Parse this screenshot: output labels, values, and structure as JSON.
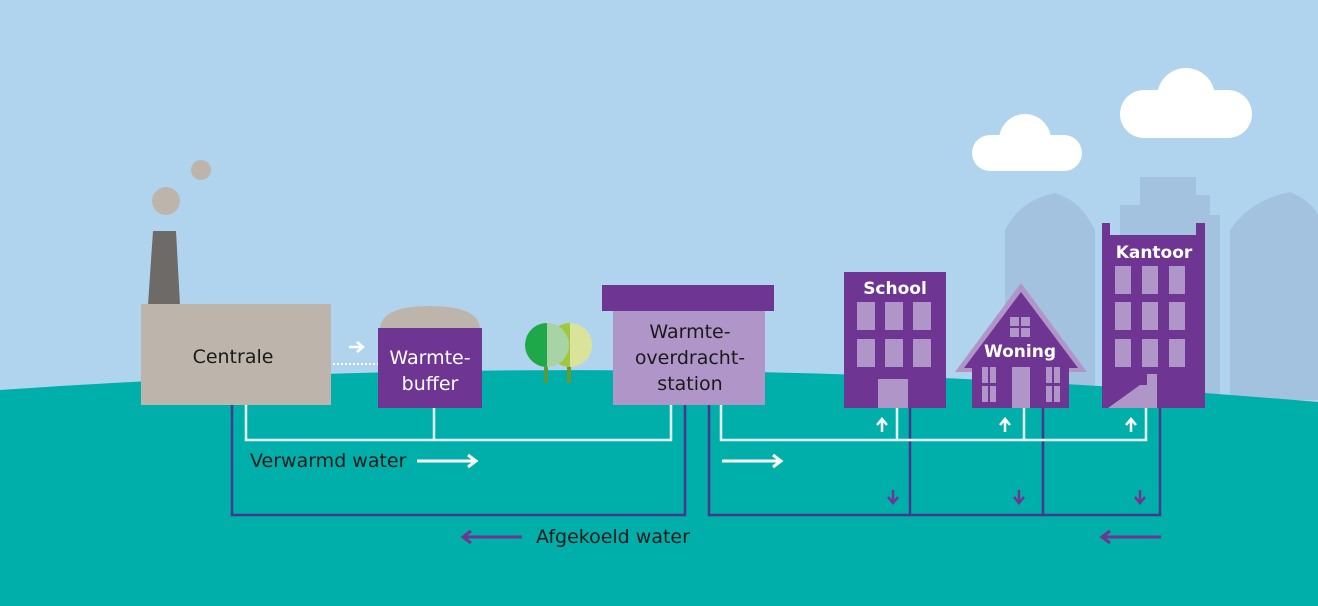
{
  "labels": {
    "centrale": "Centrale",
    "buffer": [
      "Warmte-",
      "buffer"
    ],
    "station": [
      "Warmte-",
      "overdracht-",
      "station"
    ],
    "school": "School",
    "woning": "Woning",
    "kantoor": "Kantoor",
    "hot_water": "Verwarmd water",
    "cold_water": "Afgekoeld water"
  },
  "colors": {
    "sky": "#b1d4ee",
    "ground": "#00aeaa",
    "purple": "#6e3592",
    "light_purple": "#b096c8",
    "grey": "#bdb5ab",
    "chimney": "#6d6a68",
    "cold_pipe": "#433a8c",
    "hot_pipe": "#e6fbf8",
    "skyline": "#a3c2df"
  }
}
